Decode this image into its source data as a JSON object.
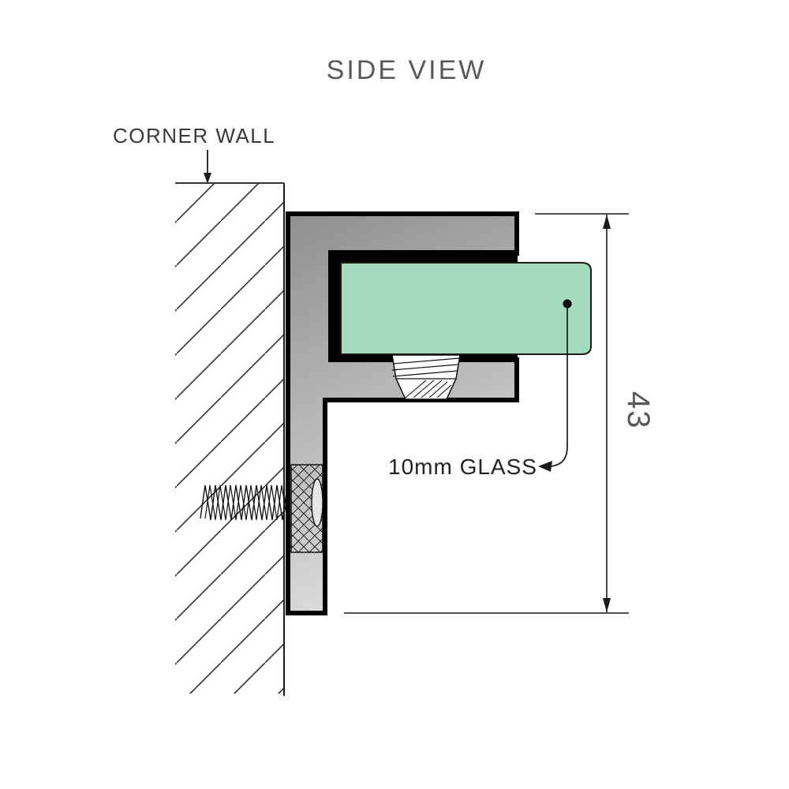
{
  "diagram": {
    "title": "SIDE VIEW",
    "corner_wall_label": "CORNER WALL",
    "glass_label": "10mm GLASS",
    "dimension_value": "43",
    "colors": {
      "glass_fill": "#a5d9bd",
      "glass_stroke": "#1b1b1b",
      "bracket_gradient_top": "#8f8f8f",
      "bracket_gradient_bottom": "#dcdcdc",
      "gasket_fill": "#000000",
      "outline": "#000000",
      "line": "#1a1a1a",
      "hatch": "#2e2e2e",
      "title_text": "#58595b",
      "wall_label_text": "#3a3a3a",
      "glass_label_text": "#222222",
      "dim_text": "#58595b"
    }
  }
}
